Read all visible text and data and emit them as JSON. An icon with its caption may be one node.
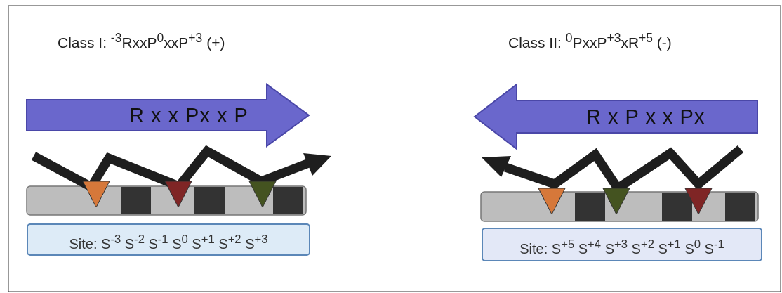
{
  "diagram": {
    "nodes": [
      {
        "text": [
          "R x x Px x P"
        ]
      },
      {
        "text": [
          "Site: S$^{-3}$ S$^{-2}$ S$^{-1}$ S$^{0}$ S$^{+1}$ S$^{+2}$ S$^{+3}$"
        ]
      },
      {
        "text": [
          "R x P x x Px"
        ]
      },
      {
        "text": [
          "Site: S$^{+5}$ S$^{+4}$ S$^{+3}$ S$^{+2}$ S$^{+1}$ S$^{0}$ S$^{-1}$"
        ]
      }
    ],
    "labels": [
      "Class I: $^{-3}$RxxP$^{0}$xxP$^{+3}$ (+)",
      "Class II: $^{0}$PxxP$^{+3}$xR$^{+5}$ (-)"
    ]
  }
}
